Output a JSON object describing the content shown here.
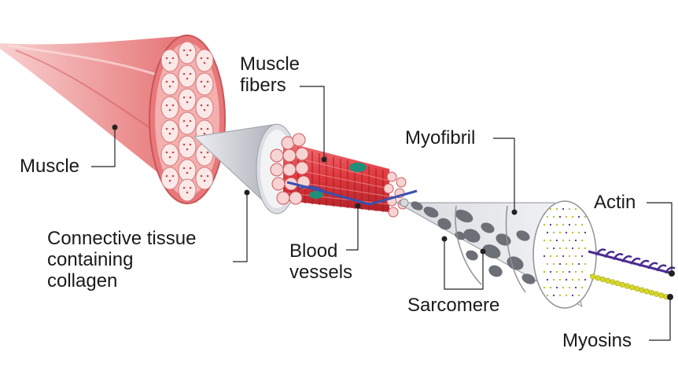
{
  "labels": {
    "muscle": "Muscle",
    "muscle_fibers": [
      "Muscle",
      "fibers"
    ],
    "connective_tissue": [
      "Connective tissue",
      "containing",
      "collagen"
    ],
    "blood_vessels": [
      "Blood",
      "vessels"
    ],
    "myofibril": "Myofibril",
    "sarcomere": "Sarcomere",
    "actin": "Actin",
    "myosins": "Myosins"
  },
  "colors": {
    "muscle": "#e8787a",
    "muscle_light": "#f6c3c1",
    "fiber": "#e0383e",
    "fiber_dark": "#b3232a",
    "connective": "#c9cbd2",
    "blood_vessel": "#3a4fb0",
    "nucleus": "#1f8f7a",
    "myofibril_fill": "#e9eaee",
    "myofibril_spot": "#6d6f76",
    "actin": "#4b2c8f",
    "myosin": "#d6d62a",
    "leader_line": "#222222"
  }
}
